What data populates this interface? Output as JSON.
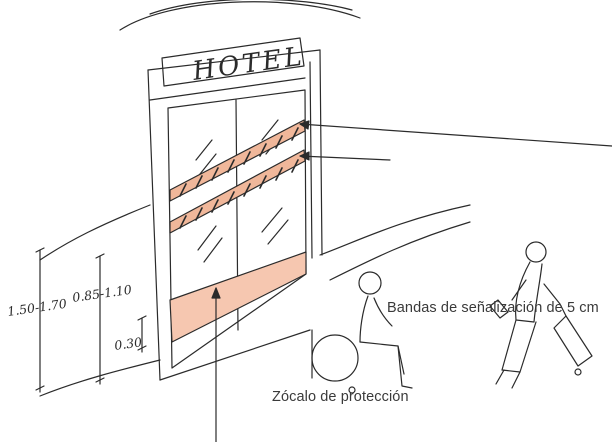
{
  "sign": {
    "text": "HOTEL"
  },
  "callouts": {
    "bandas": "Bandas de señalización de 5 cm",
    "zocalo": "Zócalo de protección"
  },
  "dimensions": {
    "overall": "1.50-1.70",
    "bands": "0.85-1.10",
    "plinth": "0.30"
  },
  "colors": {
    "ink": "#2b2b2b",
    "accent_fill": "#f6c7b0",
    "band_fill": "#e9a98a"
  }
}
